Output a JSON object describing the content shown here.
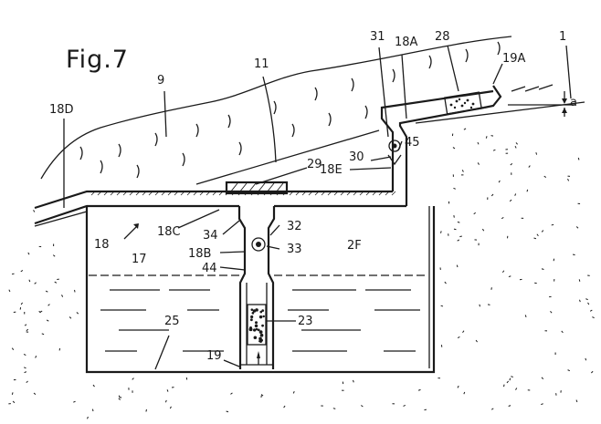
{
  "figure": {
    "title": "Fig.7",
    "labels": {
      "l1": "1",
      "l9": "9",
      "l11": "11",
      "l17": "17",
      "l18": "18",
      "l18A": "18A",
      "l18B": "18B",
      "l18C": "18C",
      "l18D": "18D",
      "l18E": "18E",
      "l19": "19",
      "l19A": "19A",
      "l23": "23",
      "l25": "25",
      "l28": "28",
      "l29": "29",
      "l2F": "2F",
      "l30": "30",
      "l31": "31",
      "l32": "32",
      "l33": "33",
      "l34": "34",
      "l44": "44",
      "l45": "45",
      "la": "a"
    }
  }
}
